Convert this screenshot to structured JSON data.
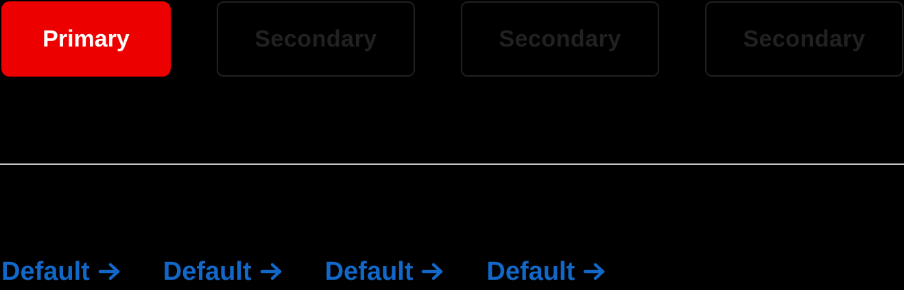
{
  "colors": {
    "background": "#000000",
    "primary_bg": "#ED0000",
    "primary_text": "#FFFFFF",
    "secondary_text": "#212121",
    "secondary_border": "#212121",
    "divider": "#C5C5C5",
    "link": "#1168C9"
  },
  "buttons_row": {
    "primary": {
      "label": "Primary"
    },
    "secondary": [
      {
        "label": "Secondary"
      },
      {
        "label": "Secondary"
      },
      {
        "label": "Secondary"
      }
    ]
  },
  "links_row": {
    "links": [
      {
        "label": "Default",
        "icon": "arrow-right"
      },
      {
        "label": "Default",
        "icon": "arrow-right"
      },
      {
        "label": "Default",
        "icon": "arrow-right"
      },
      {
        "label": "Default",
        "icon": "arrow-right"
      }
    ]
  }
}
